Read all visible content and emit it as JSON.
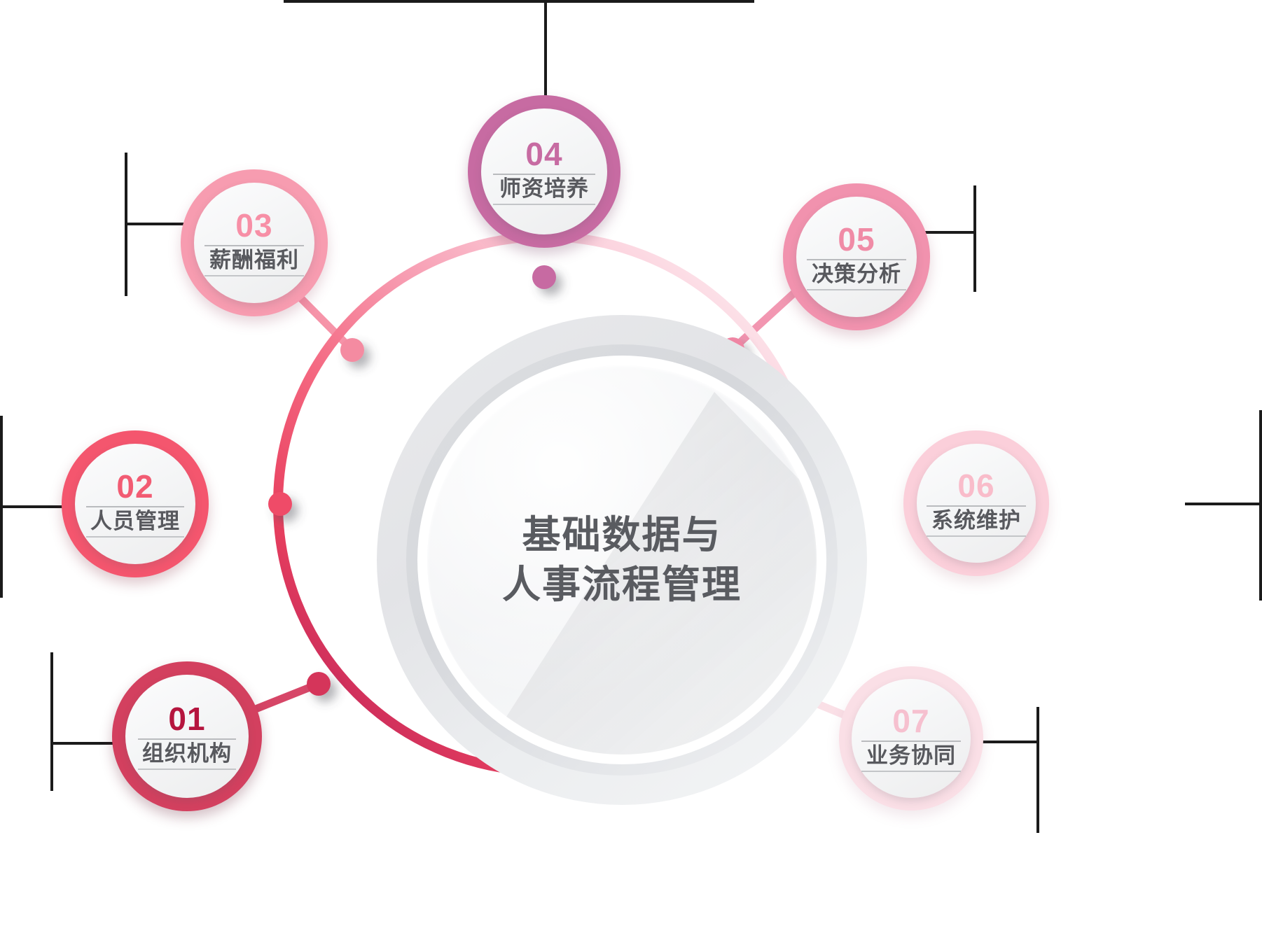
{
  "diagram": {
    "title_line1": "基础数据与",
    "title_line2": "人事流程管理",
    "hub_text_color": "#595b60",
    "connector_color": "#1b1b1b"
  },
  "chart_data": {
    "type": "diagram",
    "layout": "radial-hub-and-spoke",
    "center": "基础数据与人事流程管理",
    "node_count": 7
  },
  "nodes": [
    {
      "id": "01",
      "number": "01",
      "label": "组织机构",
      "ring_color": "#d3405f",
      "number_color": "#b5153e",
      "dot_color": "#d5365a",
      "angle_deg": 215
    },
    {
      "id": "02",
      "number": "02",
      "label": "人员管理",
      "ring_color": "#f4566e",
      "number_color": "#f25c73",
      "dot_color": "#ef4c68",
      "angle_deg": 180
    },
    {
      "id": "03",
      "number": "03",
      "label": "薪酬福利",
      "ring_color": "#f79cb0",
      "number_color": "#f78fa6",
      "dot_color": "#f48ba1",
      "angle_deg": 135
    },
    {
      "id": "04",
      "number": "04",
      "label": "师资培养",
      "ring_color": "#c76ba2",
      "number_color": "#c76ba2",
      "dot_color": "#c76ba2",
      "angle_deg": 90
    },
    {
      "id": "05",
      "number": "05",
      "label": "决策分析",
      "ring_color": "#f192ae",
      "number_color": "#f08ba6",
      "dot_color": "#ef85a3",
      "angle_deg": 52
    },
    {
      "id": "06",
      "number": "06",
      "label": "系统维护",
      "ring_color": "#fbcfda",
      "number_color": "#f9bcca",
      "dot_color": "#f9c3d0",
      "angle_deg": 6
    },
    {
      "id": "07",
      "number": "07",
      "label": "业务协同",
      "ring_color": "#fadfe6",
      "number_color": "#f6c0cf",
      "dot_color": "#f7d3dd",
      "angle_deg": -38
    }
  ],
  "ring_gradient": {
    "stop_0": "#c2265a",
    "stop_1": "#e8405f",
    "stop_2": "#f4667f",
    "stop_3": "#f79db2",
    "stop_4": "#fbcbd8",
    "stop_5": "#fdeaef"
  }
}
